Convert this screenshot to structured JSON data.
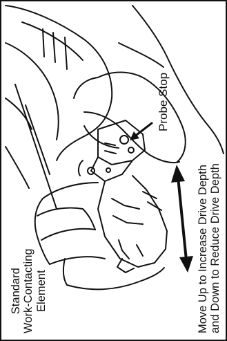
{
  "labels": {
    "probe_stop": "Probe Stop",
    "standard_element": {
      "line1": "Standard",
      "line2": "Work-Contacting",
      "line3": "Element"
    },
    "drive_depth": {
      "line1": "Move Up to Increase Drive Depth",
      "line2": "and Down to Reduce Drive Depth"
    }
  },
  "colors": {
    "ink": "#111111",
    "background": "#ffffff"
  }
}
